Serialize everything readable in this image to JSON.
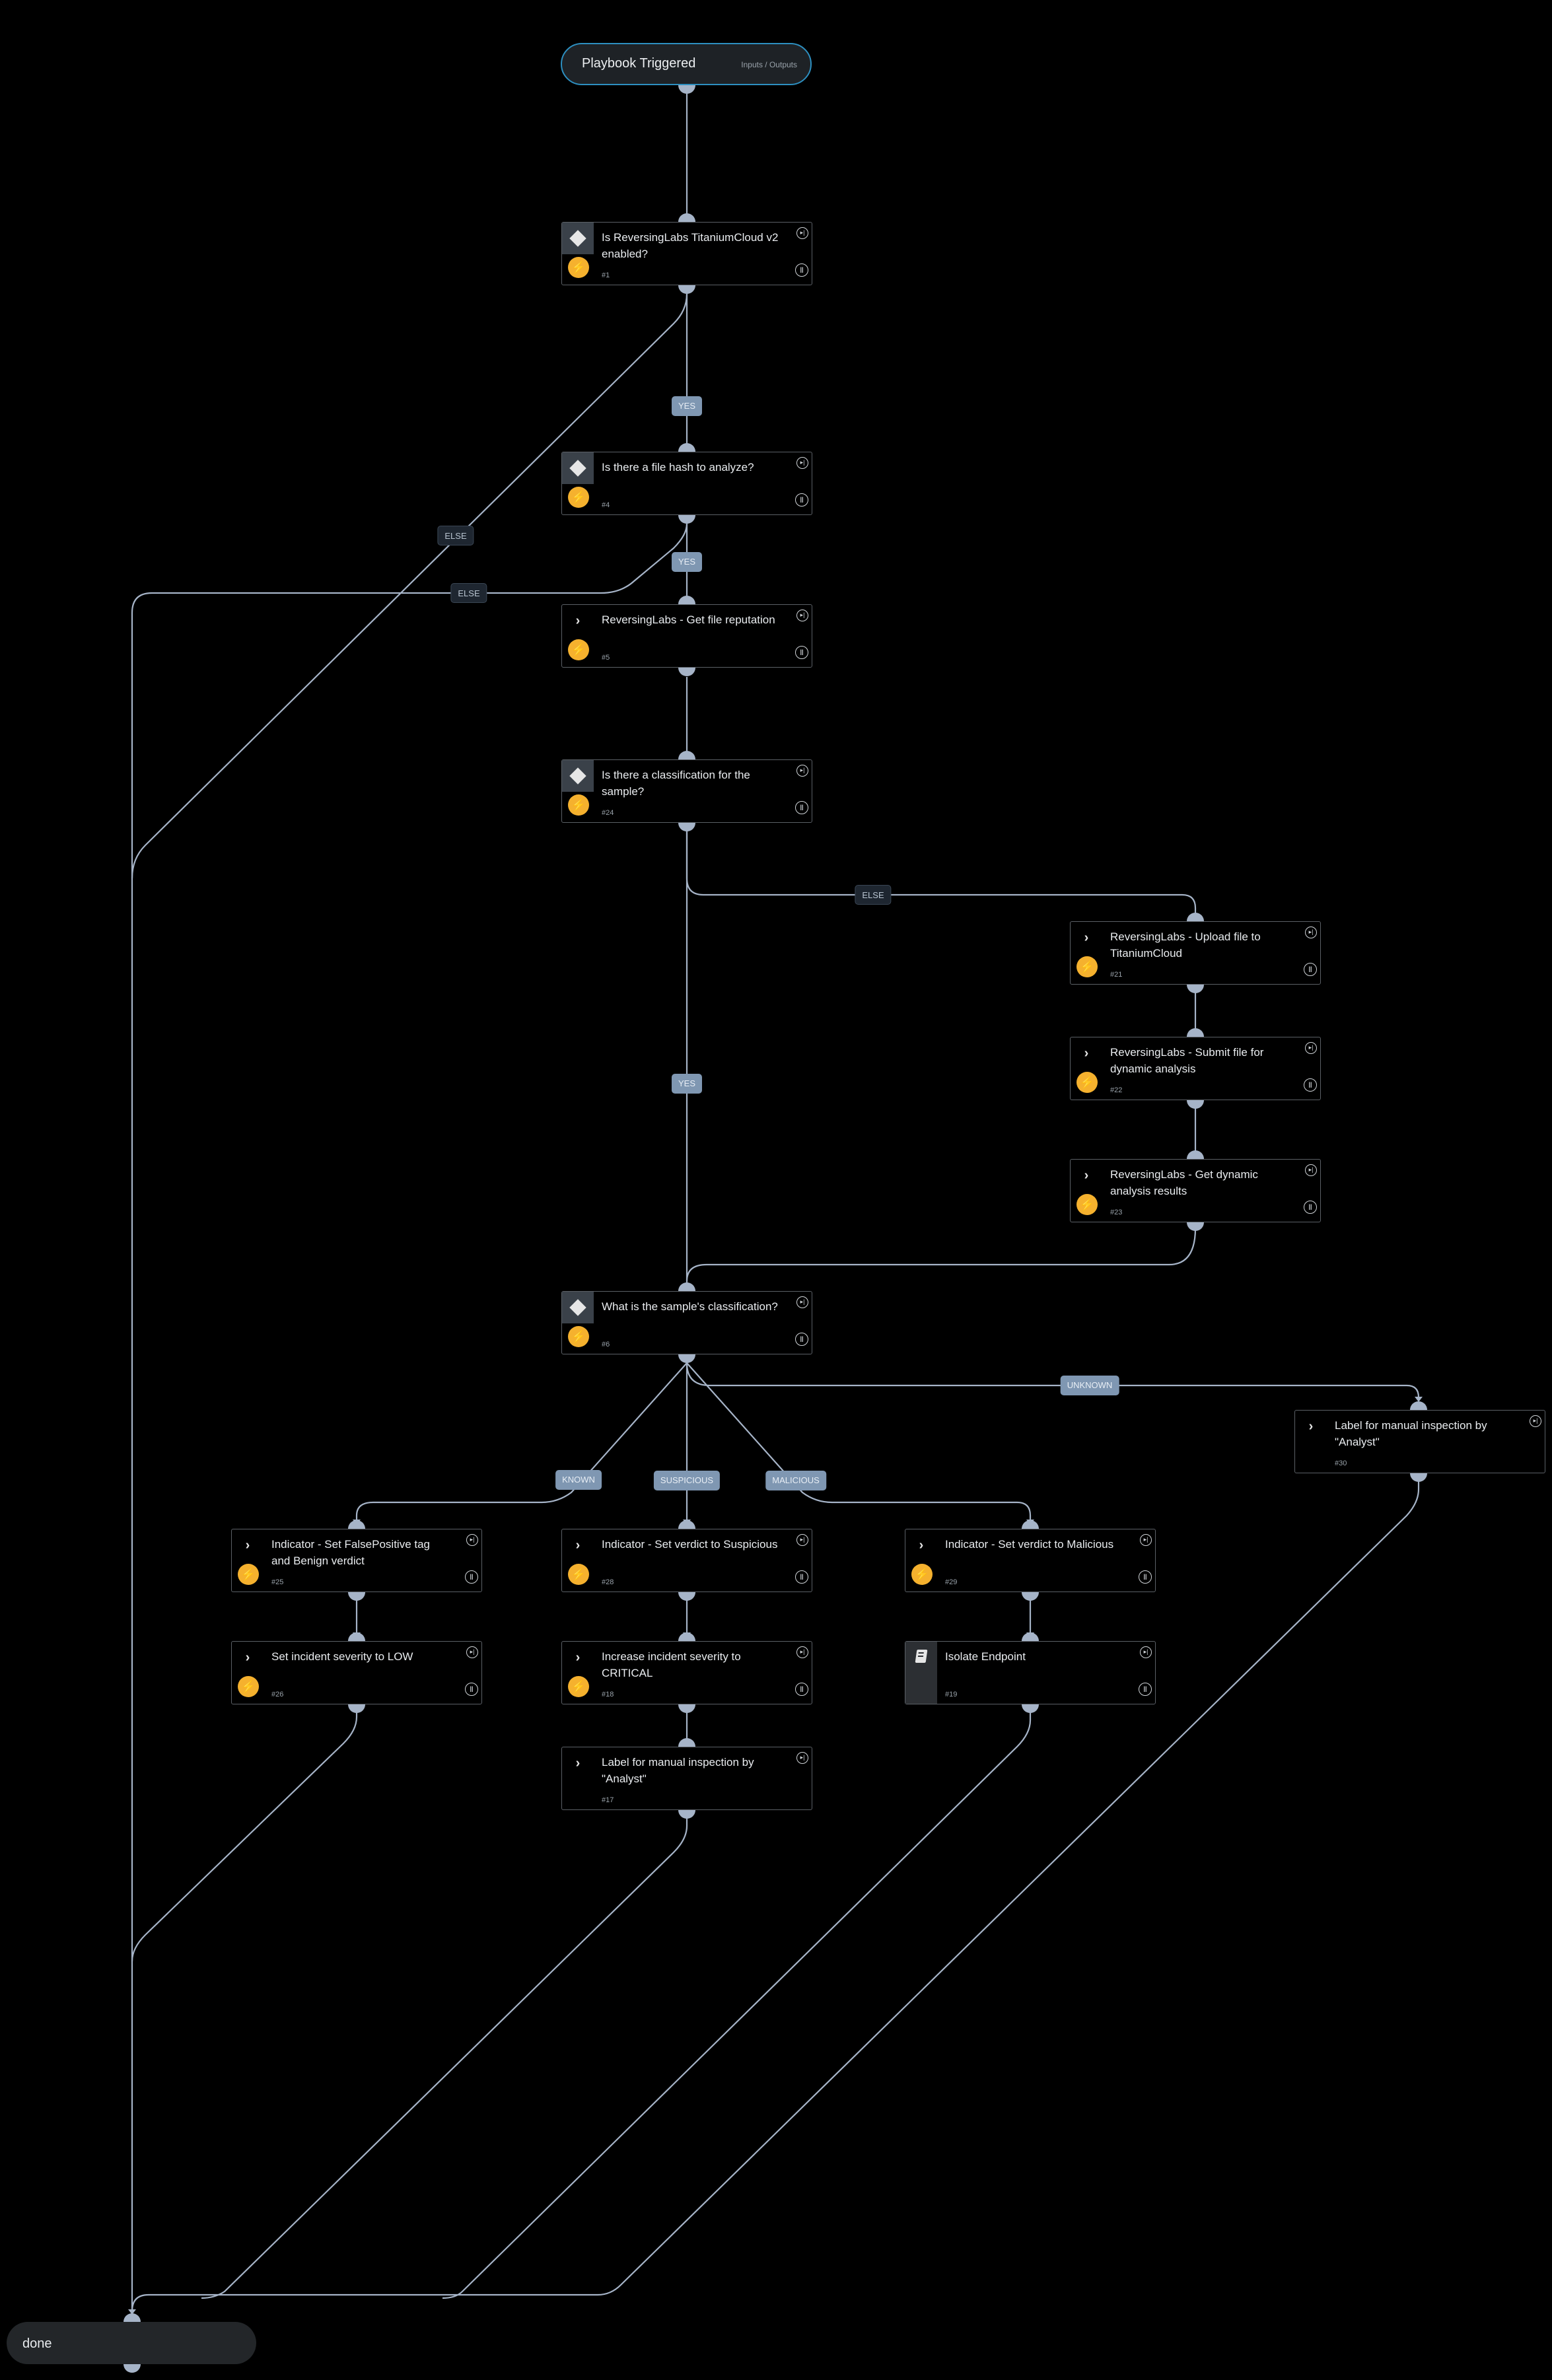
{
  "trigger": {
    "title": "Playbook Triggered",
    "io_label": "Inputs / Outputs"
  },
  "tasks": {
    "t1": {
      "label": "Is ReversingLabs TitaniumCloud v2 enabled?",
      "number": "#1",
      "type": "condition"
    },
    "t4": {
      "label": "Is there a file hash to analyze?",
      "number": "#4",
      "type": "condition"
    },
    "t5": {
      "label": "ReversingLabs - Get file reputation",
      "number": "#5",
      "type": "task"
    },
    "t24": {
      "label": "Is there a classification for the sample?",
      "number": "#24",
      "type": "condition"
    },
    "t21": {
      "label": "ReversingLabs - Upload file to TitaniumCloud",
      "number": "#21",
      "type": "task"
    },
    "t22": {
      "label": "ReversingLabs - Submit file for dynamic analysis",
      "number": "#22",
      "type": "task"
    },
    "t23": {
      "label": "ReversingLabs - Get dynamic analysis results",
      "number": "#23",
      "type": "task"
    },
    "t6": {
      "label": "What is the sample's classification?",
      "number": "#6",
      "type": "condition"
    },
    "t30": {
      "label": "Label for manual inspection by \"Analyst\"",
      "number": "#30",
      "type": "task"
    },
    "t25": {
      "label": "Indicator - Set FalsePositive tag and Benign verdict",
      "number": "#25",
      "type": "task"
    },
    "t28": {
      "label": "Indicator - Set verdict to Suspicious",
      "number": "#28",
      "type": "task"
    },
    "t29": {
      "label": "Indicator - Set verdict to Malicious",
      "number": "#29",
      "type": "task"
    },
    "t26": {
      "label": "Set incident severity to LOW",
      "number": "#26",
      "type": "task"
    },
    "t18": {
      "label": "Increase incident severity to CRITICAL",
      "number": "#18",
      "type": "task"
    },
    "t19": {
      "label": "Isolate Endpoint",
      "number": "#19",
      "type": "playbook"
    },
    "t17": {
      "label": "Label for manual inspection by \"Analyst\"",
      "number": "#17",
      "type": "task"
    }
  },
  "branches": {
    "yes1": "YES",
    "else1": "ELSE",
    "yes4": "YES",
    "else4": "ELSE",
    "else24": "ELSE",
    "yes24": "YES",
    "unknown": "UNKNOWN",
    "known": "KNOWN",
    "suspicious": "SUSPICIOUS",
    "malicious": "MALICIOUS"
  },
  "done": {
    "title": "done"
  },
  "icons": {
    "condition": "diamond-icon",
    "task": "chevron-right-icon",
    "playbook": "book-icon",
    "automation": "lightning-icon",
    "skip": "skip-icon",
    "pause": "pause-icon"
  },
  "colors": {
    "background": "#000000",
    "edge": "#a6b4c8",
    "trigger_border": "#2d8fc0",
    "automation_badge": "#f5b12e",
    "yes_label": "#7f97b2",
    "else_label": "#1e2630"
  }
}
